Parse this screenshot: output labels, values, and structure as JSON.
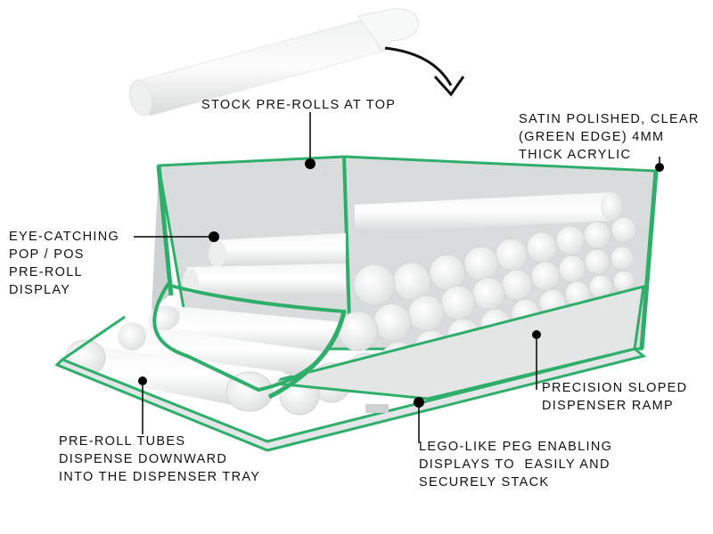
{
  "colors": {
    "acrylic_edge": "#2fae6b",
    "acrylic_fill": "#d9dcdc",
    "tube": "#ffffff",
    "tube_shade": "#d7d9d9",
    "text": "#111111",
    "leader": "#000000"
  },
  "callouts": {
    "stock": "STOCK PRE-ROLLS AT TOP",
    "material": "SATIN POLISHED, CLEAR\n(GREEN EDGE) 4MM\nTHICK ACRYLIC",
    "display": "EYE-CATCHING\nPOP / POS\nPRE-ROLL\nDISPLAY",
    "ramp": "PRECISION SLOPED\nDISPENSER RAMP",
    "peg": "LEGO-LIKE PEG ENABLING\nDISPLAYS TO  EASILY AND\nSECURELY STACK",
    "tubes": "PRE-ROLL TUBES\nDISPENSE DOWNWARD\nINTO THE DISPENSER TRAY"
  }
}
